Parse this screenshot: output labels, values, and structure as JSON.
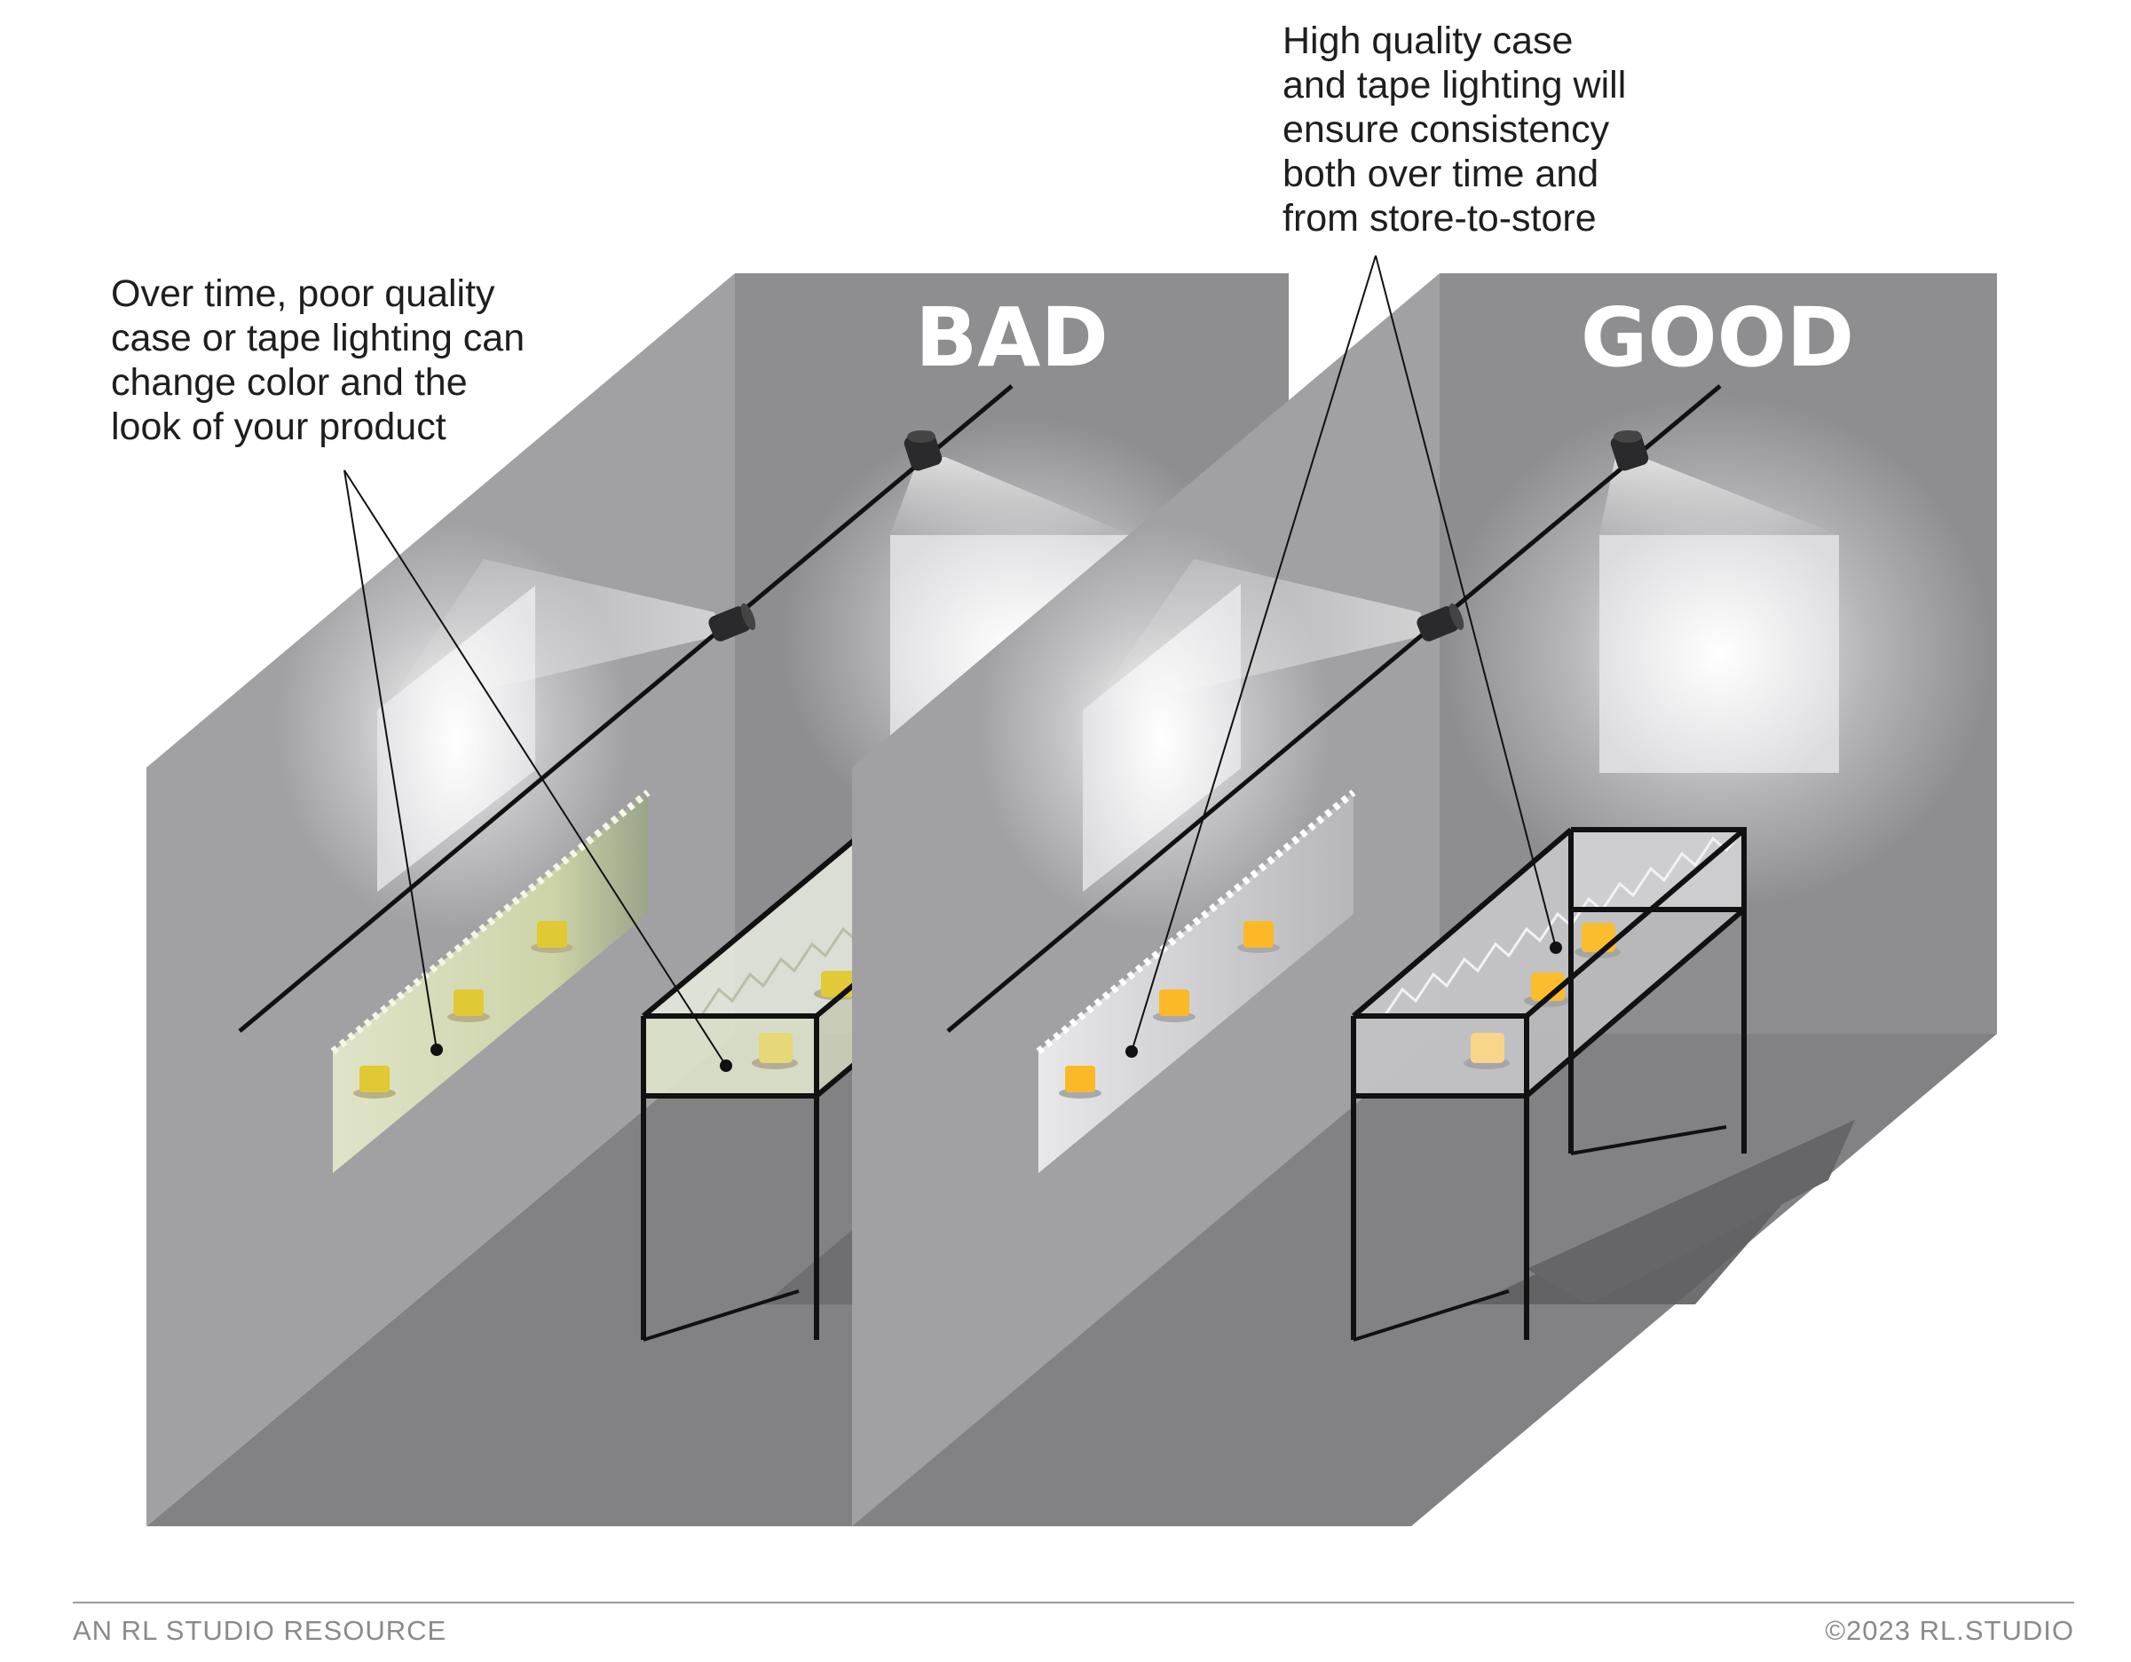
{
  "panels": {
    "bad": {
      "label": "BAD"
    },
    "good": {
      "label": "GOOD"
    }
  },
  "annotations": {
    "bad_note": [
      "Over time, poor quality",
      "case or tape lighting can",
      "change color and the",
      "look of your product"
    ],
    "good_note": [
      "High quality case",
      "and tape lighting will",
      "ensure consistency",
      "both over time and",
      "from store-to-store"
    ]
  },
  "footer": {
    "left": "AN RL STUDIO RESOURCE",
    "right": "©2023 RL.STUDIO"
  },
  "colors": {
    "wall_front": "#a0a0a2",
    "wall_back": "#8e8e91",
    "floor": "#828285",
    "product_bad": "#e2cc3a",
    "product_good": "#fbbf2a",
    "tape_bad": "#d9dfc2",
    "tape_good": "#e1e1e3"
  }
}
